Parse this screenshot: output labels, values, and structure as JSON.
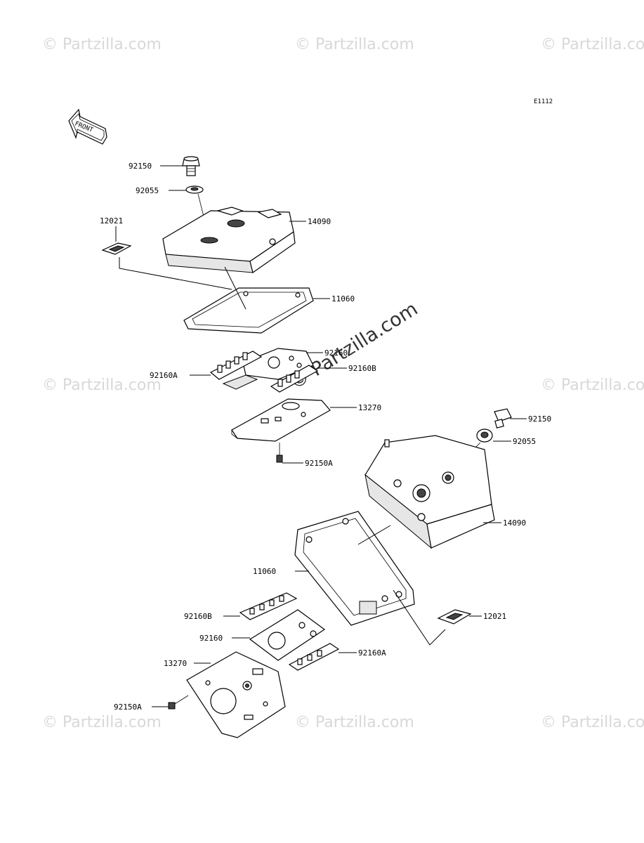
{
  "diagram_code": "E1112",
  "front_label": "FRONT",
  "watermark_text": "© Partzilla.com",
  "watermark_center_text": "© Partzilla.com",
  "upper_group": {
    "bolt": "92150",
    "washer": "92055",
    "cover": "14090",
    "cap": "12021",
    "gasket": "11060",
    "plate": "92160",
    "plate_a": "92160A",
    "plate_b": "92160B",
    "bracket": "13270",
    "screw": "92150A"
  },
  "lower_group": {
    "bolt": "92150",
    "washer": "92055",
    "cover": "14090",
    "gasket": "11060",
    "cap": "12021",
    "plate_b": "92160B",
    "plate": "92160",
    "plate_a": "92160A",
    "bracket": "13270",
    "screw": "92150A"
  }
}
